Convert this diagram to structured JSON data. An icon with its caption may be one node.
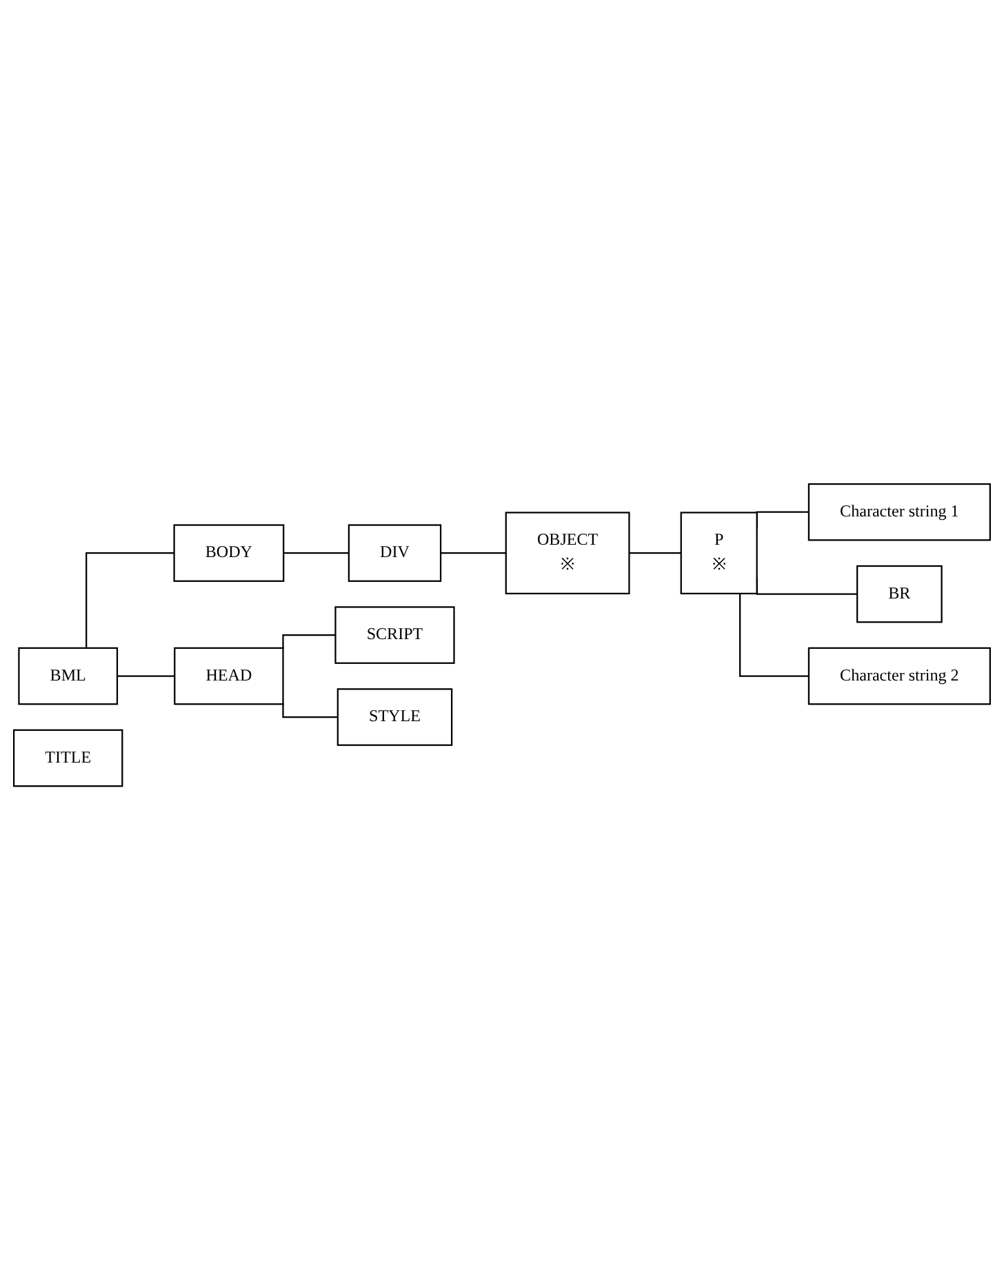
{
  "diagram": {
    "nodes": [
      {
        "text": [
          "BML"
        ]
      },
      {
        "text": [
          "HEAD"
        ]
      },
      {
        "text": [
          "TITLE"
        ]
      },
      {
        "text": [
          "STYLE"
        ]
      },
      {
        "text": [
          "SCRIPT"
        ]
      },
      {
        "text": [
          "BODY"
        ]
      },
      {
        "text": [
          "DIV"
        ]
      },
      {
        "text": [
          "OBJECT",
          "※"
        ]
      },
      {
        "text": [
          "P",
          "※"
        ]
      },
      {
        "text": [
          "Character string 1"
        ]
      },
      {
        "text": [
          "BR"
        ]
      },
      {
        "text": [
          "Character string 2"
        ]
      }
    ],
    "edges": [
      {
        "from": 0,
        "to": 1,
        "arrow": "none"
      },
      {
        "from": 0,
        "to": 5,
        "arrow": "none"
      },
      {
        "from": 1,
        "to": 3,
        "arrow": "none"
      },
      {
        "from": 1,
        "to": 4,
        "arrow": "none"
      },
      {
        "from": 5,
        "to": 6,
        "arrow": "none"
      },
      {
        "from": 6,
        "to": 7,
        "arrow": "none"
      },
      {
        "from": 7,
        "to": 8,
        "arrow": "none"
      },
      {
        "from": 8,
        "to": 9,
        "arrow": "none"
      },
      {
        "from": 8,
        "to": 10,
        "arrow": "none"
      },
      {
        "from": 8,
        "to": 11,
        "arrow": "none"
      }
    ]
  }
}
